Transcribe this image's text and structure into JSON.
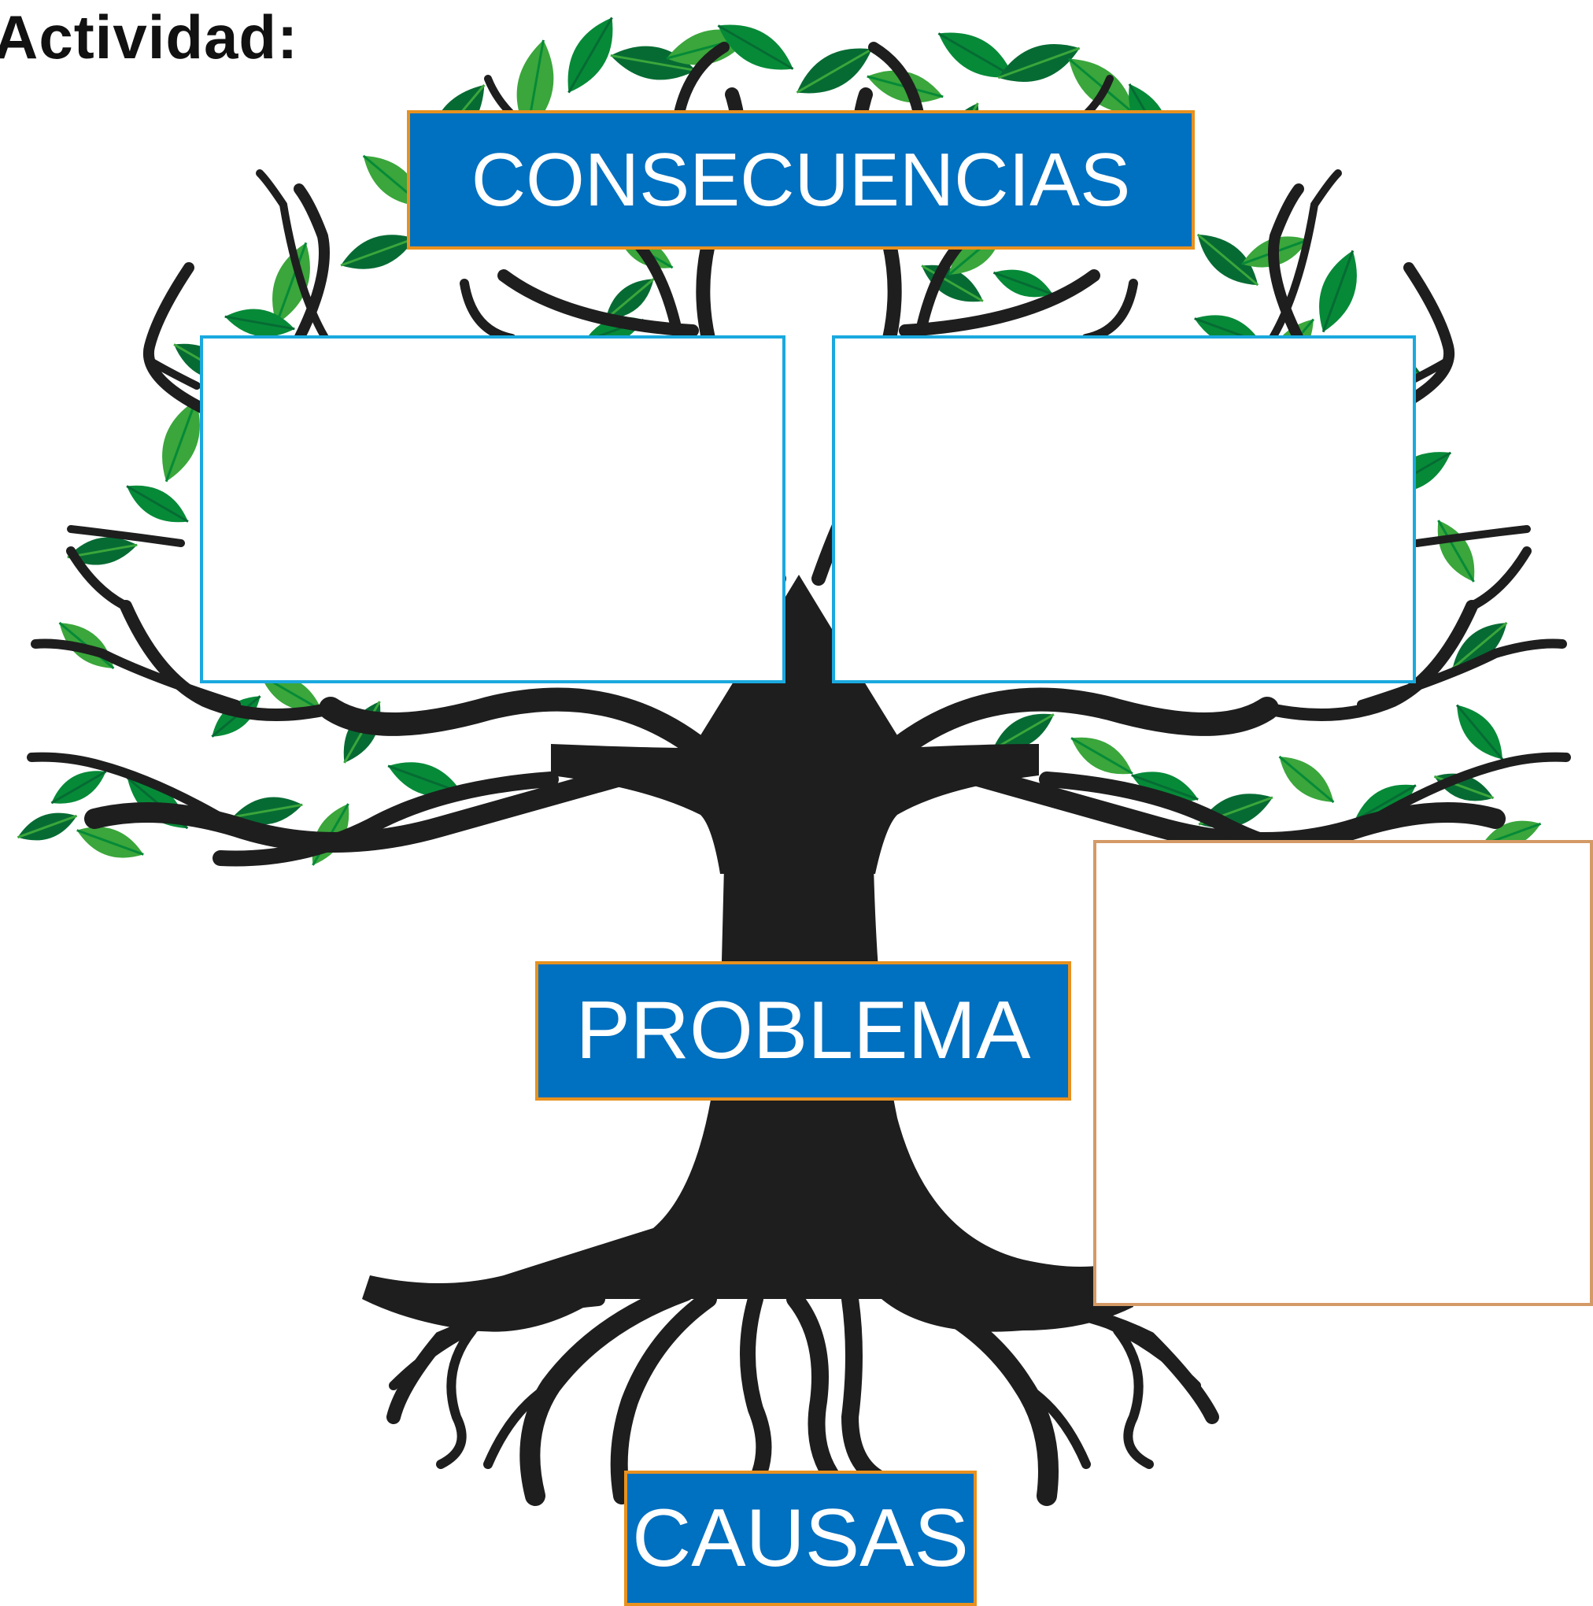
{
  "header": {
    "title": "Actividad:"
  },
  "diagram": {
    "labels": {
      "consequences": "CONSECUENCIAS",
      "problem": "PROBLEMA",
      "causes": "CAUSAS"
    },
    "answer_boxes": [
      {
        "id": "consequence-1",
        "text": ""
      },
      {
        "id": "consequence-2",
        "text": ""
      },
      {
        "id": "side-note",
        "text": ""
      }
    ]
  },
  "colors": {
    "label_fill": "#0070c0",
    "label_border": "#e8911f",
    "trunk": "#1e1e1e",
    "leaf_light": "#3aa63b",
    "leaf_dark": "#068a38",
    "leaf_deep": "#066b33",
    "box_border_blue": "#1aa9df",
    "box_border_tan": "#d49a66"
  }
}
